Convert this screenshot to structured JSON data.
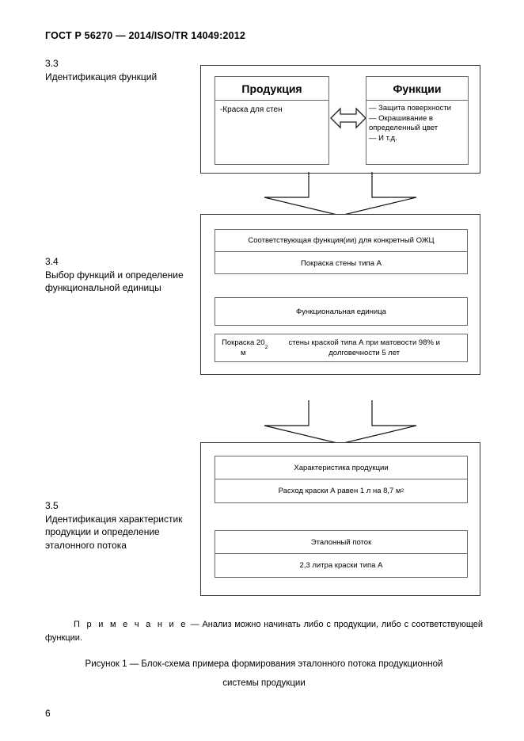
{
  "document": {
    "running_head": "ГОСТ Р 56270 — 2014/ISO/TR 14049:2012",
    "page_number": "6"
  },
  "sections": [
    {
      "number": "3.3",
      "title": "Идентификация функций"
    },
    {
      "number": "3.4",
      "title": "Выбор функций и определение функциональной единицы"
    },
    {
      "number": "3.5",
      "title": "Идентификация характеристик продукции и определение эталонного потока"
    }
  ],
  "diagram": {
    "group1": {
      "product_box": {
        "header": "Продукция",
        "body": "-Краска для стен"
      },
      "functions_box": {
        "header": "Функции",
        "items": [
          "— Защита поверхности",
          "— Окрашивание в определенный цвет",
          "— И т.д."
        ]
      },
      "link_icon": "double-headed-arrow-icon"
    },
    "group2": {
      "function_choice": {
        "header": "Соответствующая функция(ии) для конкретный ОЖЦ",
        "body": "Покраска стены типа А"
      },
      "functional_unit": {
        "header": "Функциональная единица"
      },
      "functional_unit_value": {
        "body_part1": "Покраска 20 м",
        "body_sup": "2",
        "body_part2": " стены краской типа А при матовости 98% и долговечности 5 лет"
      }
    },
    "group3": {
      "characteristic": {
        "header": "Характеристика продукции",
        "body_part1": "Расход краски А равен 1 л на 8,7 м",
        "body_sup": "2"
      },
      "reference_flow": {
        "header": "Эталонный поток",
        "body": "2,3 литра краски типа А"
      }
    },
    "connector_icon": "down-chevron-arrow-icon"
  },
  "note": {
    "label": "П р и м е ч а н и е",
    "dash": "—",
    "text": "Анализ можно начинать либо с продукции, либо с соответствующей функции."
  },
  "figure_caption": {
    "line1": "Рисунок 1 — Блок-схема примера формирования эталонного потока продукционной",
    "line2": "системы продукции"
  },
  "colors": {
    "frame_border": "#3a3a3a",
    "node_border": "#6b6b6b",
    "text": "#000000",
    "background": "#ffffff"
  }
}
